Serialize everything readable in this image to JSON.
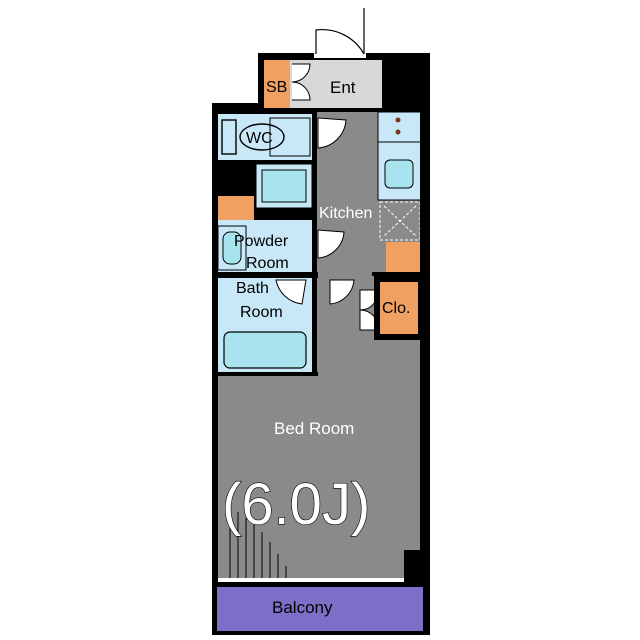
{
  "rooms": {
    "se": "SB",
    "entrance": "Ent",
    "wc": "WC",
    "kitchen": "Kitchen",
    "powder_line1": "Powder",
    "powder_line2": "Room",
    "bath_line1": "Bath",
    "bath_line2": "Room",
    "closet": "Clo.",
    "bedroom": "Bed Room",
    "bedroom_size": "(6.0J)",
    "balcony": "Balcony"
  },
  "colors": {
    "floor_gray": "#8a8a8a",
    "wet_blue": "#c8e8f8",
    "fixture_cyan": "#a8e4ee",
    "storage_orange": "#f0a060",
    "balcony_purple": "#7b6fc8",
    "entrance_gray": "#d8d8d8",
    "wall_black": "#000000"
  }
}
